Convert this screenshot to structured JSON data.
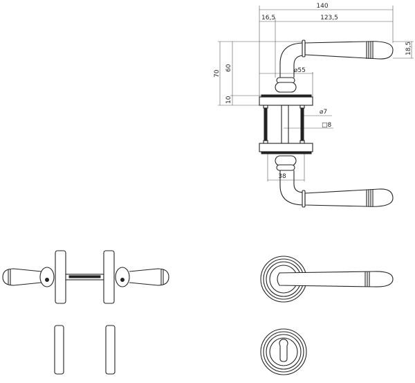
{
  "dimensions": {
    "overall_length": "140",
    "rose_offset": "16,5",
    "lever_length": "123,5",
    "lever_height": "18,5",
    "total_height": "70",
    "lever_rise": "60",
    "rose_thickness": "10",
    "rose_diameter": "⌀55",
    "screw_diameter": "⌀7",
    "spindle_square": "□8",
    "knob_width": "38"
  }
}
